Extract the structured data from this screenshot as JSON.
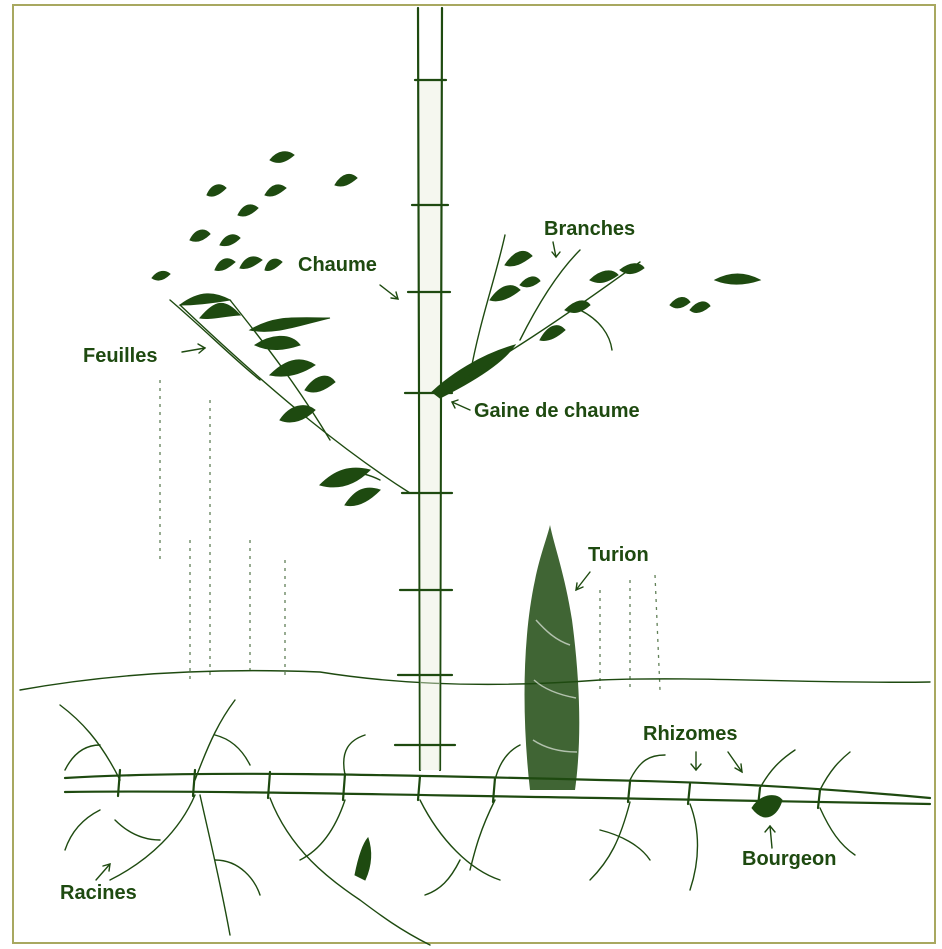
{
  "colors": {
    "ink": "#1e4a10",
    "frame": "#a8a860",
    "background": "#ffffff"
  },
  "labels": {
    "branches": "Branches",
    "culm": "Chaume",
    "leaves": "Feuilles",
    "culm_sheath": "Gaine de chaume",
    "shoot": "Turion",
    "rhizomes": "Rhizomes",
    "bud": "Bourgeon",
    "roots": "Racines"
  }
}
